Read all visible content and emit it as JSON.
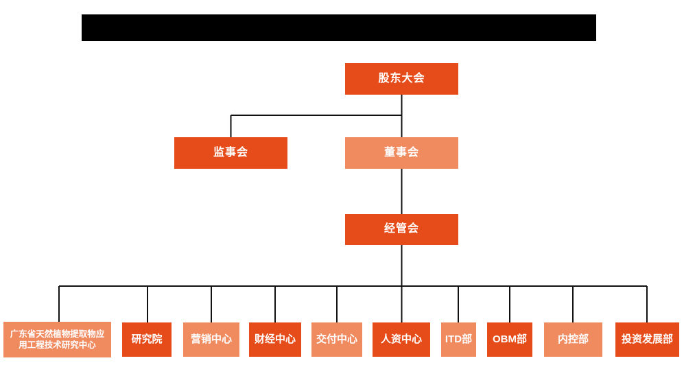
{
  "org_chart": {
    "nodes": {
      "shareholders_meeting": "股东大会",
      "supervisory_board": "监事会",
      "board_of_directors": "董事会",
      "management_committee": "经管会"
    },
    "departments": [
      "广东省天然植物提取物应用工程技术研究中心",
      "研究院",
      "营销中心",
      "财经中心",
      "交付中心",
      "人资中心",
      "ITD部",
      "OBM部",
      "内控部",
      "投资发展部"
    ],
    "colors": {
      "primary_orange": "#E64C1A",
      "secondary_salmon": "#F08A5F",
      "connector_line": "#111111",
      "node_text": "#FFFFFF",
      "redacted_bar": "#000000"
    }
  }
}
